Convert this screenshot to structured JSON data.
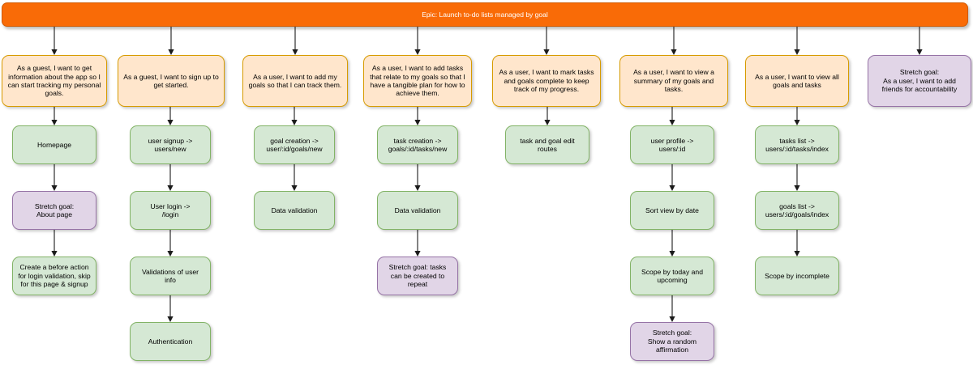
{
  "diagram": {
    "title": "Epic: Launch to-do lists managed by goal",
    "colors": {
      "epic_fill": "#f96b07",
      "epic_stroke": "#d15a02",
      "story_fill": "#ffe6cc",
      "story_stroke": "#d79b00",
      "task_fill": "#d5e8d4",
      "task_stroke": "#82b366",
      "stretch_fill": "#e1d5e7",
      "stretch_stroke": "#9673a6",
      "connector": "#1b1b1b",
      "background": "#ffffff"
    }
  },
  "epic": {
    "label": "Epic: Launch to-do lists managed by goal"
  },
  "columns": [
    {
      "id": "col-1",
      "story": "As a guest, I want to get information about the app so I can start tracking my personal goals.",
      "nodes": [
        {
          "label": "Homepage",
          "type": "task"
        },
        {
          "label": "Stretch goal:\nAbout page",
          "type": "stretch"
        },
        {
          "label": "Create a before action for login validation, skip for this page & signup",
          "type": "task"
        }
      ]
    },
    {
      "id": "col-2",
      "story": "As a guest, I want to sign up to get started.",
      "nodes": [
        {
          "label": "user signup ->\nusers/new",
          "type": "task"
        },
        {
          "label": "User login ->\n/login",
          "type": "task"
        },
        {
          "label": "Validations of user info",
          "type": "task"
        },
        {
          "label": "Authentication",
          "type": "task"
        }
      ]
    },
    {
      "id": "col-3",
      "story": "As a user, I want to add my goals so that I can track them.",
      "nodes": [
        {
          "label": "goal creation ->\nuser/:id/goals/new",
          "type": "task"
        },
        {
          "label": "Data validation",
          "type": "task"
        }
      ]
    },
    {
      "id": "col-4",
      "story": "As a user, I want to add tasks that relate to my goals so that I have a tangible plan for how to achieve them.",
      "nodes": [
        {
          "label": "task creation ->\ngoals/:id/tasks/new",
          "type": "task"
        },
        {
          "label": "Data validation",
          "type": "task"
        },
        {
          "label": "Stretch goal: tasks can be created to repeat",
          "type": "stretch"
        }
      ]
    },
    {
      "id": "col-5",
      "story": "As a user, I want to mark tasks and goals complete to keep track of my progress.",
      "nodes": [
        {
          "label": "task and goal edit routes",
          "type": "task"
        }
      ]
    },
    {
      "id": "col-6",
      "story": "As a user, I want to view a summary of my goals and tasks.",
      "nodes": [
        {
          "label": "user profile ->\nusers/:id",
          "type": "task"
        },
        {
          "label": "Sort view by date",
          "type": "task"
        },
        {
          "label": "Scope by today and upcoming",
          "type": "task"
        },
        {
          "label": "Stretch goal:\nShow a random affirmation",
          "type": "stretch"
        }
      ]
    },
    {
      "id": "col-7",
      "story": "As a user, I want to view all goals and tasks",
      "nodes": [
        {
          "label": "tasks list ->\nusers/:id/tasks/index",
          "type": "task"
        },
        {
          "label": "goals list ->\nusers/:id/goals/index",
          "type": "task"
        },
        {
          "label": "Scope by incomplete",
          "type": "task"
        }
      ]
    },
    {
      "id": "col-8",
      "story": "Stretch goal:\nAs a user, I want to add friends for accountability",
      "story_type": "stretch",
      "nodes": []
    }
  ]
}
